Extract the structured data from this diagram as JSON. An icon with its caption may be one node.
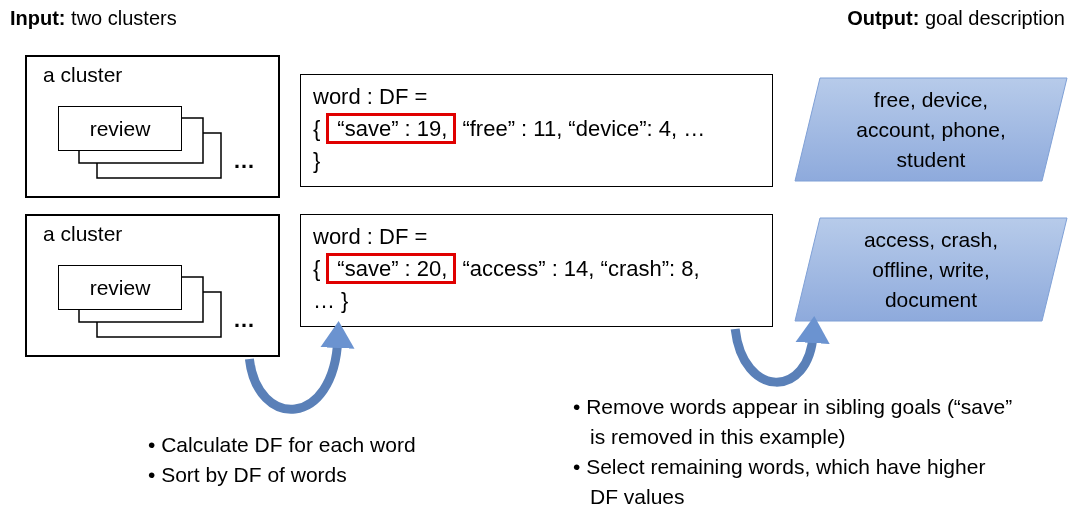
{
  "diagram": {
    "nodes": [
      {
        "text": [
          "a cluster"
        ]
      },
      {
        "text": [
          "review"
        ],
        "in": 0
      },
      {
        "text": [],
        "shape": "box",
        "in": 0
      },
      {
        "text": [],
        "shape": "box",
        "in": 0
      },
      {
        "text": [
          "a cluster"
        ]
      },
      {
        "text": [
          "review"
        ],
        "in": 4
      },
      {
        "text": [],
        "shape": "box",
        "in": 4
      },
      {
        "text": [],
        "shape": "box",
        "in": 4
      },
      {
        "text": [
          "word : DF =",
          "{",
          "“free” : 11, “device”: 4, … }"
        ]
      },
      {
        "text": [
          "“save” : 19,"
        ],
        "in": 8
      },
      {
        "text": [
          "word : DF =",
          "{",
          "“access” : 14, “crash”: 8, … }"
        ]
      },
      {
        "text": [
          "“save” : 20,"
        ],
        "in": 10
      },
      {
        "text": [
          "free, device, account, phone, student"
        ]
      },
      {
        "text": [
          "access, crash, offline, write, document"
        ]
      }
    ],
    "edges": [
      {
        "from": 4,
        "to": 10,
        "arrow": "to"
      },
      {
        "from": 10,
        "to": 13,
        "arrow": "to"
      }
    ],
    "labels": [
      "**Input:** two clusters",
      "**Output:** goal description",
      "…",
      "…",
      "• Calculate DF for each word",
      "• Sort by DF of words",
      "• Remove words appear in sibling goals (“save” is removed in this example)",
      "• Select remaining words, which have higher DF values"
    ]
  }
}
